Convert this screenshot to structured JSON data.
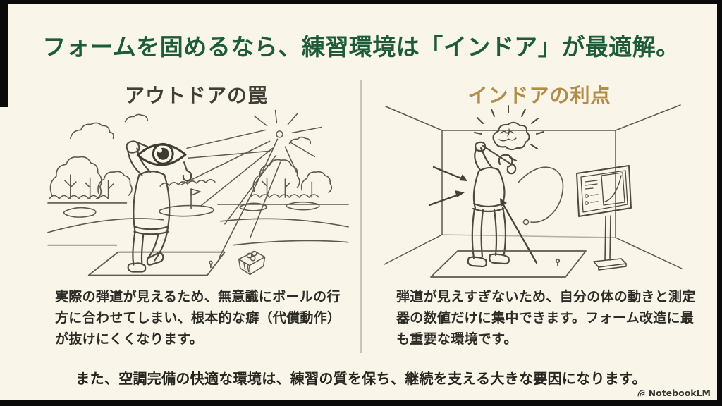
{
  "slide": {
    "title": "フォームを固めるなら、練習環境は「インドア」が最適解。",
    "left_column": {
      "heading": "アウトドアの罠",
      "body": "実際の弾道が見えるため、無意識にボールの行方に合わせてしまい、根本的な癖（代償動作）が抜けにくくなります。",
      "illustration": "outdoor-driving-range-golfer-with-eye-head"
    },
    "right_column": {
      "heading": "インドアの利点",
      "body": "弾道が見えすぎないため、自分の体の動きと測定器の数値だけに集中できます。フォーム改造に最も重要な環境です。",
      "illustration": "indoor-studio-golfer-with-brain-and-launch-monitor"
    },
    "footer_note": "また、空調完備の快適な環境は、練習の質を保ち、継続を支える大きな要因になります。",
    "brand": {
      "name": "NotebookLM",
      "icon": "notebooklm-fan-icon"
    },
    "colors": {
      "background": "#f9f6e9",
      "title_green": "#1e5b38",
      "heading_gray": "#3f3e37",
      "accent_gold": "#b18c4b",
      "body_text": "#2c2b26",
      "divider": "#c9c6b9",
      "line_art": "#5d594e",
      "letterbox": "#0a0a0a"
    }
  }
}
